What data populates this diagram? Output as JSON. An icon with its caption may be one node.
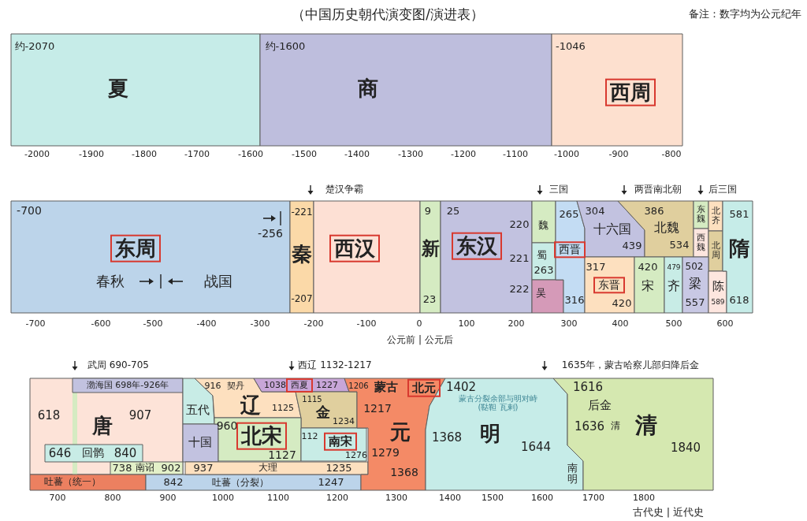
{
  "diagram": {
    "title": "（中国历史朝代演变图/演进表）",
    "nodes": [
      {
        "text": [
          "约-2070",
          "夏"
        ]
      },
      {
        "text": [
          "约-1600",
          "商"
        ]
      },
      {
        "text": [
          "-1046",
          "西周"
        ]
      },
      {
        "text": [
          "-700",
          "东周",
          "春秋",
          "战国",
          "-256"
        ]
      },
      {
        "text": [
          "-221",
          "秦",
          "-207"
        ]
      },
      {
        "text": [
          "西汉"
        ]
      },
      {
        "text": [
          "9",
          "新",
          "23"
        ]
      },
      {
        "text": [
          "25",
          "东汉",
          "220",
          "221",
          "222"
        ]
      },
      {
        "text": [
          "魏"
        ]
      },
      {
        "text": [
          "蜀",
          "263"
        ]
      },
      {
        "text": [
          "吴"
        ]
      },
      {
        "text": [
          "265",
          "西晋",
          "316"
        ]
      },
      {
        "text": [
          "304",
          "十六国",
          "439"
        ]
      },
      {
        "text": [
          "386",
          "北魏",
          "534"
        ]
      },
      {
        "text": [
          "东魏"
        ]
      },
      {
        "text": [
          "西魏"
        ]
      },
      {
        "text": [
          "北齐"
        ]
      },
      {
        "text": [
          "北周"
        ]
      },
      {
        "text": [
          "317",
          "东晋",
          "420"
        ]
      },
      {
        "text": [
          "420",
          "宋"
        ]
      },
      {
        "text": [
          "479",
          "齐"
        ]
      },
      {
        "text": [
          "502",
          "梁",
          "557"
        ]
      },
      {
        "text": [
          "陈",
          "589"
        ]
      },
      {
        "text": [
          "581",
          "隋",
          "618"
        ]
      },
      {
        "text": [
          "618",
          "唐",
          "907"
        ]
      },
      {
        "text": [],
        "shape": "bar",
        "in": 24
      },
      {
        "text": [
          "渤海国 698年-926年"
        ],
        "in": 24
      },
      {
        "text": [
          "646",
          "回鹘",
          "840"
        ],
        "in": 24
      },
      {
        "text": [
          "738",
          "南诏",
          "902"
        ],
        "in": 24
      },
      {
        "text": [
          "吐蕃（统一）"
        ]
      },
      {
        "text": [
          "842",
          "吐蕃（分裂）",
          "1247"
        ]
      },
      {
        "text": [
          "五代"
        ]
      },
      {
        "text": [
          "十国"
        ]
      },
      {
        "text": [
          "916",
          "契丹",
          "辽",
          "1125"
        ]
      },
      {
        "text": [
          "1038",
          "西夏",
          "1227"
        ]
      },
      {
        "text": [
          "1115",
          "金",
          "1234"
        ]
      },
      {
        "text": [
          "960",
          "北宋",
          "1127"
        ]
      },
      {
        "text": [
          "112",
          "南宋",
          "1276"
        ]
      },
      {
        "text": [
          "937",
          "大理",
          "1235"
        ]
      },
      {
        "text": [
          "1206",
          "蒙古",
          "北元",
          "1217",
          "元",
          "1279",
          "1368"
        ]
      },
      {
        "text": [
          "1402",
          "蒙古分裂余部与明对峙(鞑靼 瓦剌)",
          "1368",
          "明",
          "1644",
          "南明"
        ]
      },
      {
        "text": [
          "1616",
          "后金",
          "1636",
          "清",
          "清",
          "1840"
        ]
      }
    ],
    "labels": [
      "备注：数字均为公元纪年",
      "-2000",
      "-1900",
      "-1800",
      "-1700",
      "-1600",
      "-1500",
      "-1400",
      "-1300",
      "-1200",
      "-1100",
      "-1000",
      "-900",
      "-800",
      "楚汉争霸",
      "三国",
      "两晋南北朝",
      "后三国",
      "-700",
      "-600",
      "-500",
      "-400",
      "-300",
      "-200",
      "-100",
      "0",
      "100",
      "200",
      "300",
      "400",
      "500",
      "600",
      "公元前 | 公元后",
      "武周 690-705",
      "西辽 1132-1217",
      "1635年，蒙古哈察儿部归降后金",
      "700",
      "800",
      "900",
      "1000",
      "1100",
      "1200",
      "1300",
      "1400",
      "1500",
      "1600",
      "1700",
      "1800",
      "古代史 | 近代史"
    ]
  }
}
